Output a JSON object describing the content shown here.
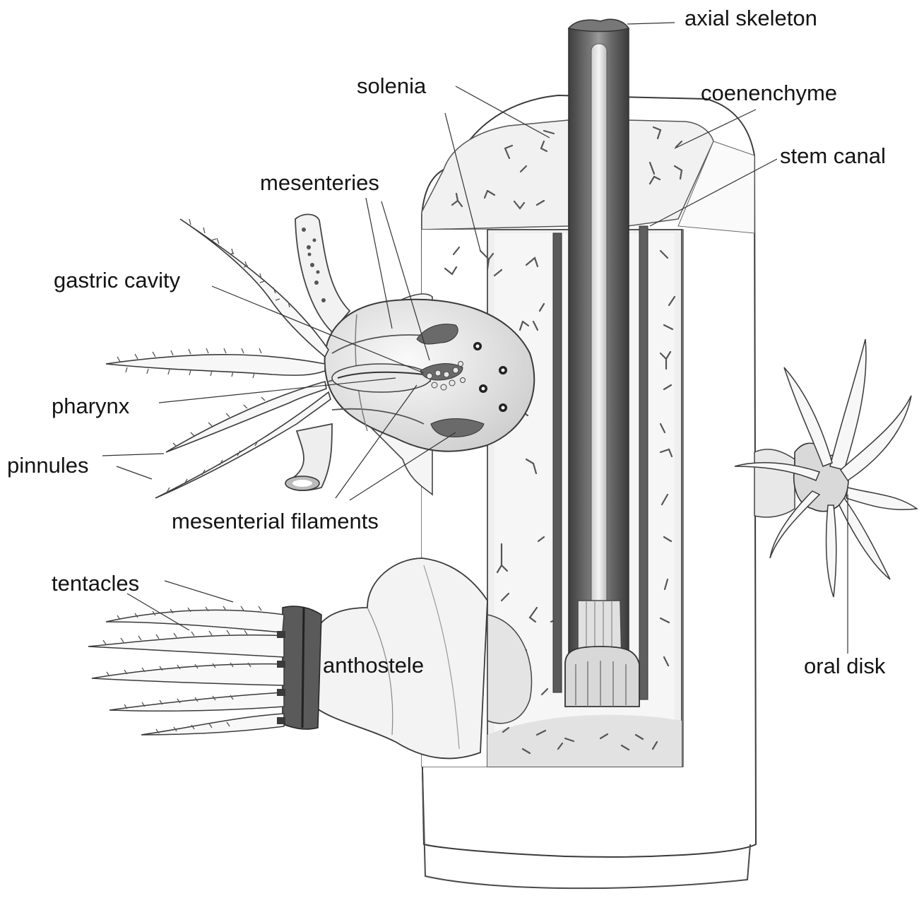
{
  "labels": {
    "axial_skeleton": "axial skeleton",
    "solenia": "solenia",
    "coenenchyme": "coenenchyme",
    "stem_canal": "stem canal",
    "mesenteries": "mesenteries",
    "gastric_cavity": "gastric cavity",
    "pharynx": "pharynx",
    "pinnules": "pinnules",
    "mesenterial_filaments": "mesenterial filaments",
    "tentacles": "tentacles",
    "anthostele": "anthostele",
    "oral_disk": "oral disk"
  },
  "colors": {
    "ink": "#141414",
    "outline": "#3a3a3a",
    "pencil_dark": "#4a4a4a",
    "pencil_mid": "#8a8a8a",
    "pencil_light": "#c9c9c9",
    "shade": "#e6e6e6",
    "paper": "#ffffff"
  }
}
